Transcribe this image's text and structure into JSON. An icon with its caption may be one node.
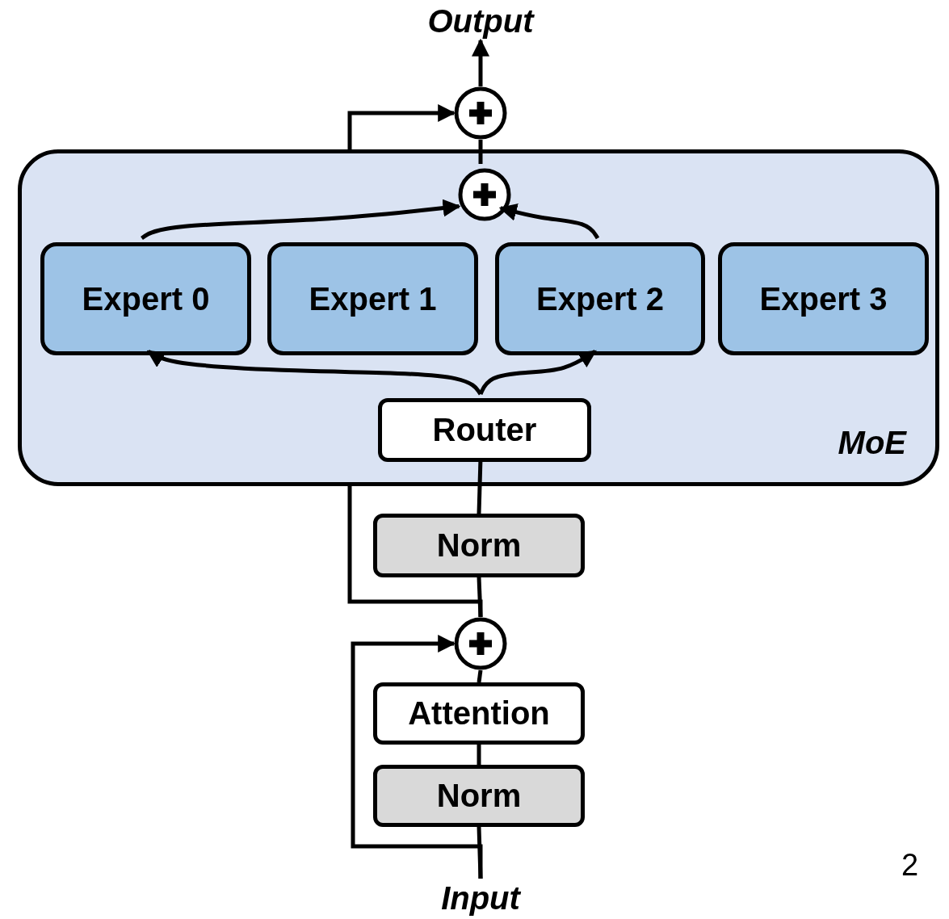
{
  "diagram": {
    "nodes": [
      {
        "text": [
          "Output"
        ]
      },
      {
        "text": [],
        "shape": "circle"
      },
      {
        "text": [
          "MoE"
        ]
      },
      {
        "text": [],
        "shape": "circle",
        "in": 2
      },
      {
        "text": [
          "Expert 0"
        ],
        "in": 2
      },
      {
        "text": [
          "Expert 1"
        ],
        "in": 2
      },
      {
        "text": [
          "Expert 2"
        ],
        "in": 2
      },
      {
        "text": [
          "Expert 3"
        ],
        "in": 2
      },
      {
        "text": [
          "Router"
        ],
        "in": 2
      },
      {
        "text": [
          "Norm"
        ]
      },
      {
        "text": [],
        "shape": "circle"
      },
      {
        "text": [
          "Attention"
        ]
      },
      {
        "text": [
          "Norm"
        ]
      },
      {
        "text": [
          "Input"
        ]
      }
    ],
    "edges": [
      {
        "from": 13,
        "to": 12,
        "arrow": "none"
      },
      {
        "from": 12,
        "to": 11,
        "arrow": "none"
      },
      {
        "from": 11,
        "to": 10,
        "arrow": "none"
      },
      {
        "from": 13,
        "to": 10,
        "arrow": "to"
      },
      {
        "from": 10,
        "to": 9,
        "arrow": "none"
      },
      {
        "from": 9,
        "to": 8,
        "arrow": "none"
      },
      {
        "from": 10,
        "to": 1,
        "arrow": "to"
      },
      {
        "from": 8,
        "to": 4,
        "arrow": "to"
      },
      {
        "from": 8,
        "to": 6,
        "arrow": "to"
      },
      {
        "from": 4,
        "to": 3,
        "arrow": "to"
      },
      {
        "from": 6,
        "to": 3,
        "arrow": "to"
      },
      {
        "from": 3,
        "to": 1,
        "arrow": "none"
      },
      {
        "from": 1,
        "to": 0,
        "arrow": "to"
      }
    ],
    "labels": [
      "2"
    ]
  }
}
